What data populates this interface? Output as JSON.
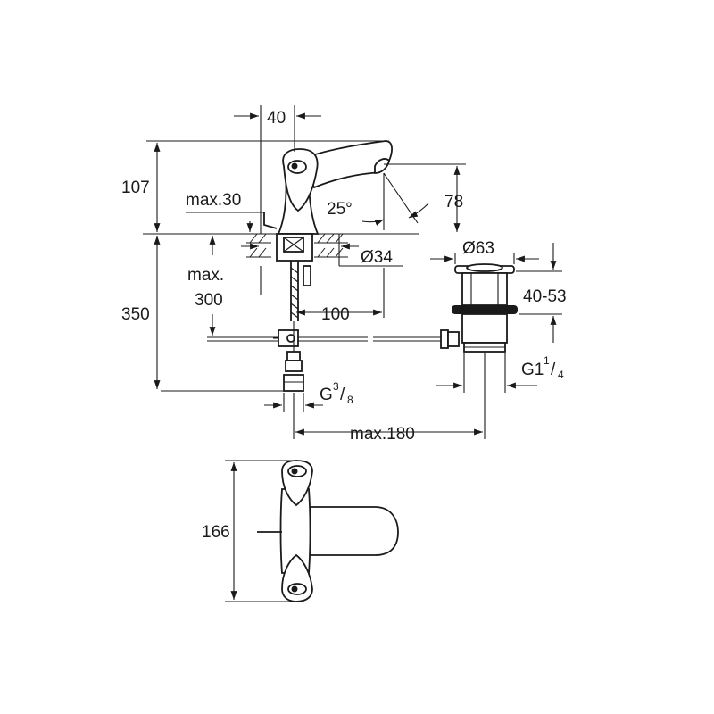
{
  "dimensions": {
    "width_40": "40",
    "height_107": "107",
    "max_30": "max.30",
    "angle_25": "25°",
    "height_78": "78",
    "dia_34": "Ø34",
    "dia_63": "Ø63",
    "range_40_53": "40-53",
    "max_label": "max.",
    "max_300": "300",
    "height_350": "350",
    "length_100": "100",
    "thread_g_main": "G",
    "thread_g_num": "3",
    "thread_g_den": "8",
    "thread_g1_main": "G1",
    "thread_g1_num": "1",
    "thread_g1_den": "4",
    "max_180": "max.180",
    "width_166": "166"
  }
}
